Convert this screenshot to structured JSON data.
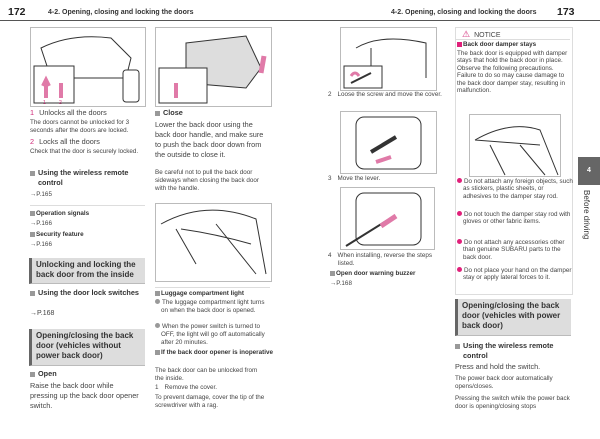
{
  "left_page": {
    "page_number": "172",
    "section": "4-2. Opening, closing and locking the doors",
    "col1": {
      "item1_num": "1",
      "item1": "Unlocks all the doors",
      "item1_note": "The doors cannot be unlocked for 3 seconds after the doors are locked.",
      "item2_num": "2",
      "item2": "Locks all the doors",
      "item2_note": "Check that the door is securely locked.",
      "remote_heading": "Using the wireless remote control",
      "remote_ref": "→P.165",
      "op_signals": "Operation signals",
      "op_ref": "→P.166",
      "security": "Security feature",
      "security_ref": "→P.166",
      "inside_heading": "Unlocking and locking the back door from the inside",
      "lock_switch_heading": "Using the door lock switches",
      "lock_switch_ref": "→P.168",
      "no_power_heading": "Opening/closing the back door (vehicles without power back door)",
      "open_heading": "Open",
      "open_text": "Raise the back door while pressing up the back door opener switch."
    },
    "col2": {
      "close_heading": "Close",
      "close_text": "Lower the back door using the back door handle, and make sure to push the back door down from the outside to close it.",
      "close_note": "Be careful not to pull the back door sideways when closing the back door with the handle.",
      "light_heading": "Luggage compartment light",
      "light_bullets": [
        "The luggage compartment light turns on when the back door is opened.",
        "When the power switch is turned to OFF, the light will go off automatically after 20 minutes."
      ],
      "inop_heading": "If the back door opener is inoperative",
      "inop_text": "The back door can be unlocked from the inside.",
      "step1_num": "1",
      "step1": "Remove the cover.",
      "step1_note": "To prevent damage, cover the tip of the screwdriver with a rag."
    },
    "figure_labels": [
      "1",
      "2"
    ]
  },
  "right_page": {
    "page_number": "173",
    "section": "4-2. Opening, closing and locking the doors",
    "col3": {
      "step2_num": "2",
      "step2": "Loose the screw and move the cover.",
      "step3_num": "3",
      "step3": "Move the lever.",
      "step4_num": "4",
      "step4": "When installing, reverse the steps listed.",
      "buzzer_heading": "Open door warning buzzer",
      "buzzer_ref": "→P.168"
    },
    "notice": {
      "title": "NOTICE",
      "heading": "Back door damper stays",
      "text": "The back door is equipped with damper stays that hold the back door in place. Observe the following precautions. Failure to do so may cause damage to the back door damper stay, resulting in malfunction.",
      "bullets": [
        "Do not attach any foreign objects, such as stickers, plastic sheets, or adhesives to the damper stay rod.",
        "Do not touch the damper stay rod with gloves or other fabric items.",
        "Do not attach any accessories other than genuine SUBARU parts to the back door.",
        "Do not place your hand on the damper stay or apply lateral forces to it."
      ]
    },
    "col4": {
      "power_heading": "Opening/closing the back door (vehicles with power back door)",
      "remote_heading": "Using the wireless remote control",
      "press": "Press and hold the switch.",
      "auto": "The power back door automatically opens/closes.",
      "stop": "Pressing the switch while the power back door is opening/closing stops"
    },
    "chapter_tab": "4",
    "chapter_title": "Before driving"
  },
  "colors": {
    "accent": "#d02a78",
    "heading_box": "#dddddd"
  }
}
